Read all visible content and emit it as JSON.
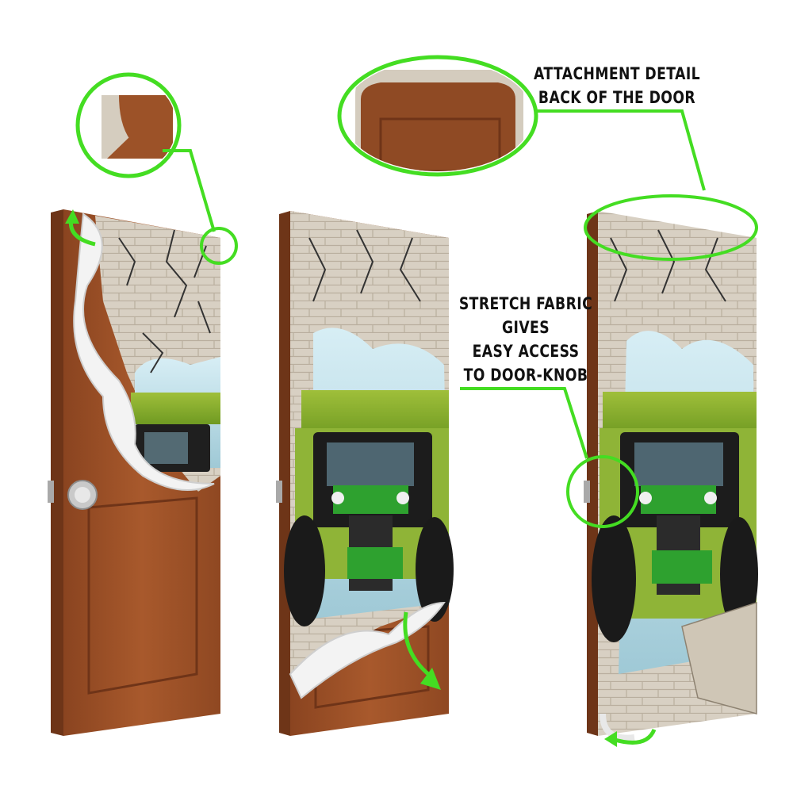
{
  "callouts": {
    "attachment": {
      "line1": "ATTACHMENT DETAIL",
      "line2": "BACK OF THE DOOR"
    },
    "stretch": {
      "line1": "STRETCH FABRIC",
      "line2": "GIVES",
      "line3": "EASY ACCESS",
      "line4": "TO DOOR-KNOB"
    }
  },
  "colors": {
    "accent_green": "#44dd22",
    "door_wood": "#a0542a",
    "door_wood_dark": "#7a3d1c",
    "brick": "#d9d2c6",
    "tractor_green": "#2ea12f",
    "fabric": "#f1f1f1"
  }
}
